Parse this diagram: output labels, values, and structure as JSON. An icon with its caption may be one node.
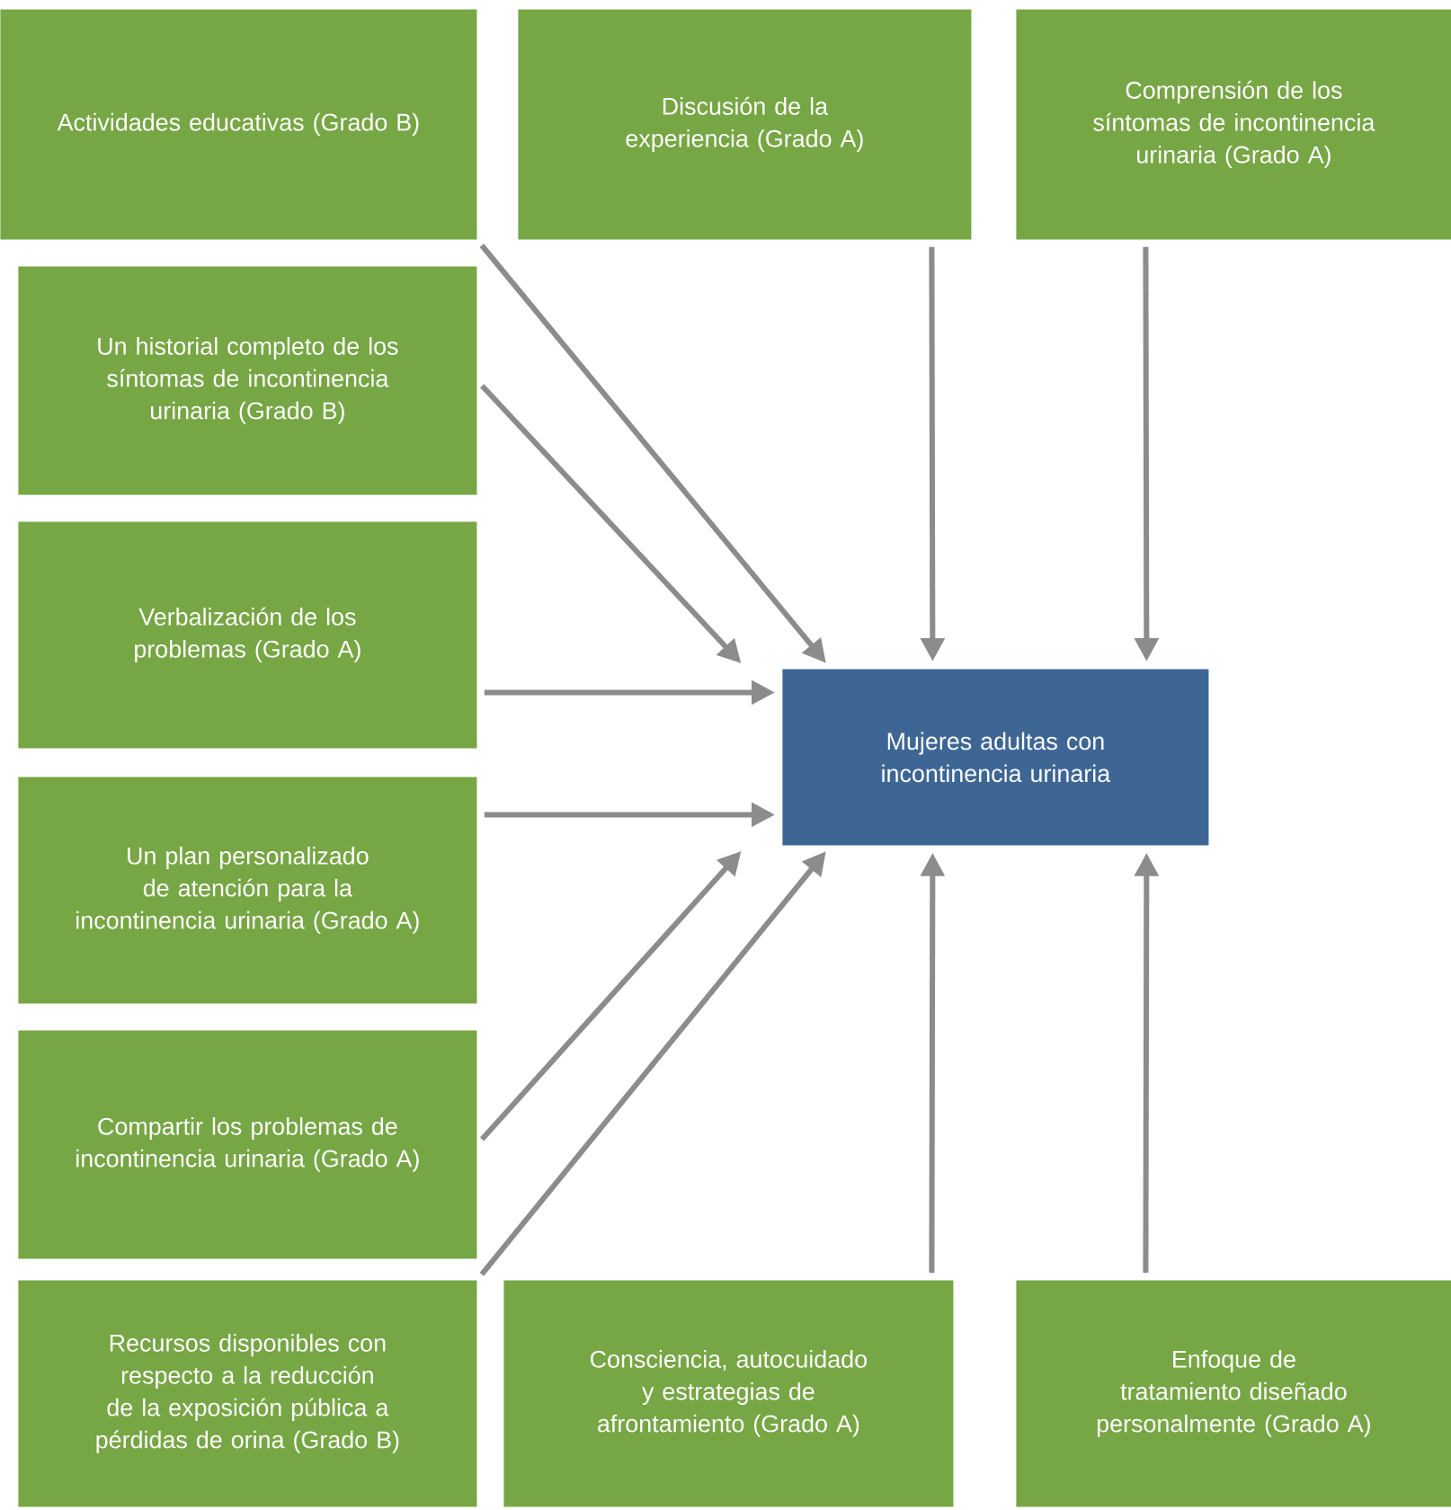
{
  "diagram": {
    "nodes": [
      {
        "text": [
          "Actividades educativas (Grado B)"
        ]
      },
      {
        "text": [
          "Discusión de la experiencia (Grado A)"
        ]
      },
      {
        "text": [
          "Comprensión de los síntomas de incontinencia urinaria (Grado A)"
        ]
      },
      {
        "text": [
          "Un historial completo de los síntomas de incontinencia urinaria (Grado B)"
        ]
      },
      {
        "text": [
          "Verbalización de los problemas (Grado A)"
        ]
      },
      {
        "text": [
          "Un plan personalizado de atención para la incontinencia urinaria (Grado A)"
        ]
      },
      {
        "text": [
          "Compartir los problemas de incontinencia urinaria (Grado A)"
        ]
      },
      {
        "text": [
          "Recursos disponibles con respecto a la reducción de la exposición pública a pérdidas de orina (Grado B)"
        ]
      },
      {
        "text": [
          "Consciencia, autocuidado y estrategias de afrontamiento (Grado A)"
        ]
      },
      {
        "text": [
          "Enfoque de tratamiento diseñado personalmente (Grado A)"
        ]
      },
      {
        "text": [
          "Mujeres adultas con incontinencia urinaria"
        ]
      }
    ],
    "edges": [
      {
        "from": 0,
        "to": 10,
        "arrow": "to"
      },
      {
        "from": 3,
        "to": 10,
        "arrow": "to"
      },
      {
        "from": 4,
        "to": 10,
        "arrow": "to"
      },
      {
        "from": 5,
        "to": 10,
        "arrow": "to"
      },
      {
        "from": 6,
        "to": 10,
        "arrow": "to"
      },
      {
        "from": 7,
        "to": 10,
        "arrow": "to"
      },
      {
        "from": 1,
        "to": 10,
        "arrow": "to"
      },
      {
        "from": 2,
        "to": 10,
        "arrow": "to"
      },
      {
        "from": 8,
        "to": 10,
        "arrow": "to"
      },
      {
        "from": 9,
        "to": 10,
        "arrow": "to"
      }
    ]
  }
}
